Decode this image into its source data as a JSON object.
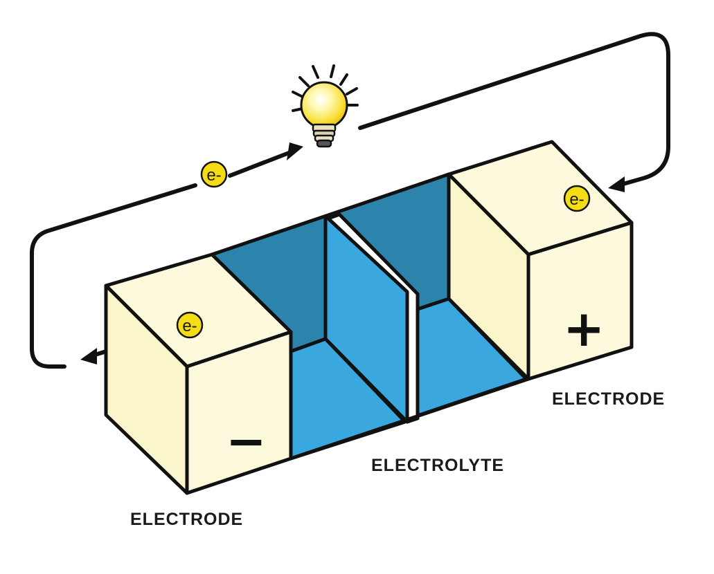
{
  "labels": {
    "electrode_left": "ELECTRODE",
    "electrode_right": "ELECTRODE",
    "electrolyte": "ELECTROLYTE"
  },
  "electron_symbol": "e-",
  "signs": {
    "negative": "−",
    "positive": "+"
  },
  "colors": {
    "electrode": "#fdf9dc",
    "electrode_side": "#fbf5cc",
    "electrolyte_back": "#2c84ad",
    "electrolyte_light": "#3aa8de",
    "separator": "#ffffff",
    "electron_badge": "#f5dd16",
    "outline": "#111111"
  },
  "icons": {
    "bulb": "light-bulb-icon",
    "arrow": "arrow-head-icon",
    "electron": "electron-badge-icon"
  }
}
